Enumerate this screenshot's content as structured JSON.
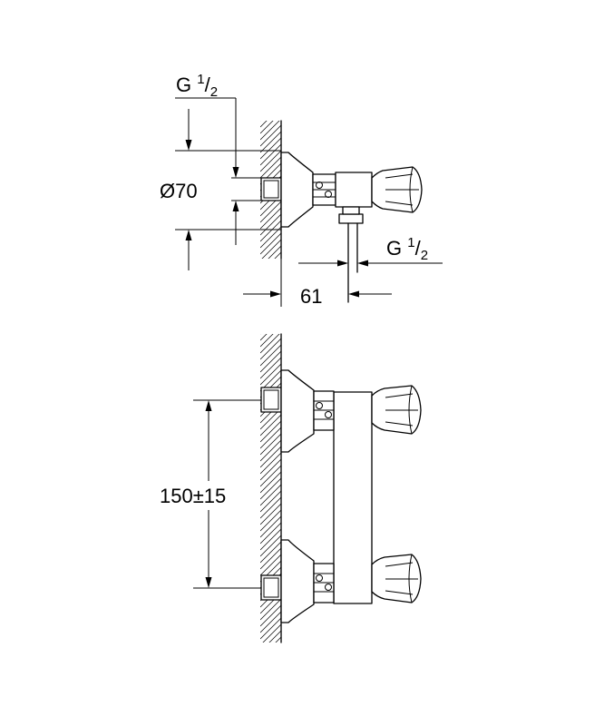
{
  "top_view": {
    "inlet_thread": {
      "prefix": "G ",
      "numerator": "1",
      "slash": "/",
      "denominator": "2"
    },
    "flange_diameter": "Ø70",
    "outlet_thread": {
      "prefix": "G ",
      "numerator": "1",
      "slash": "/",
      "denominator": "2"
    },
    "projection": "61"
  },
  "front_view": {
    "centre_distance": "150±15"
  },
  "colors": {
    "ink": "#000000",
    "background": "#ffffff"
  }
}
